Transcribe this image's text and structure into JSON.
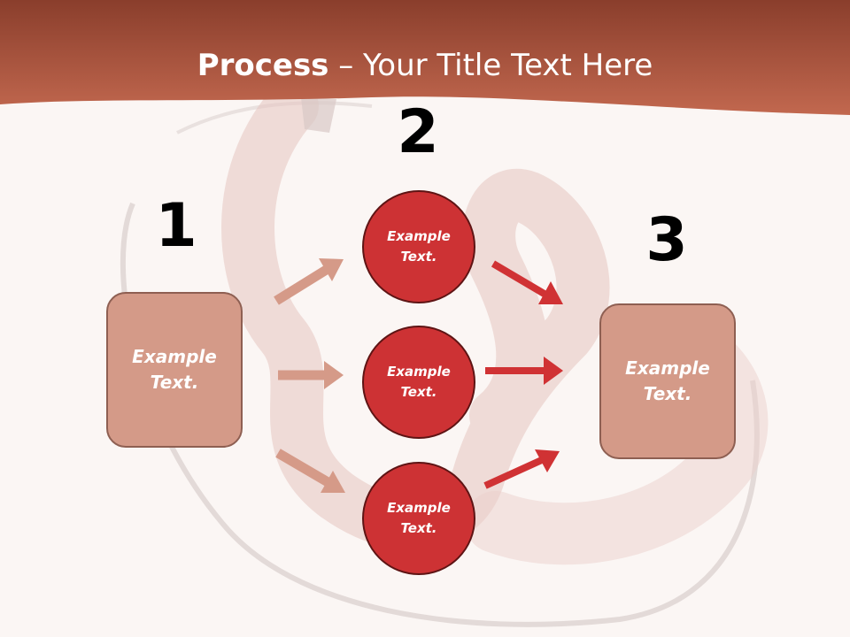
{
  "title": {
    "bold": "Process",
    "rest": " – Your Title Text Here"
  },
  "steps": {
    "one": "1",
    "two": "2",
    "three": "3"
  },
  "left_box": {
    "label": "Example Text."
  },
  "right_box": {
    "label": "Example Text."
  },
  "circles": [
    {
      "label": "Example Text."
    },
    {
      "label": "Example Text."
    },
    {
      "label": "Example Text."
    }
  ],
  "colors": {
    "header": "#b55a44",
    "box_fill": "#d49a88",
    "circle_fill": "#cd3234",
    "left_arrow": "#d59a88",
    "right_arrow": "#d03234"
  }
}
